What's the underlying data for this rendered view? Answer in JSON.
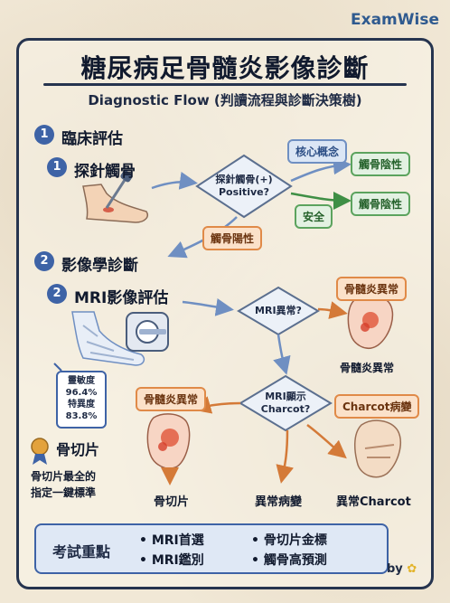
{
  "brand": "ExamWise",
  "title": "糖尿病足骨髓炎影像診斷",
  "subtitle": "Diagnostic Flow (判讀流程與診斷決策樹)",
  "section1": {
    "number": "1",
    "label": "臨床評估"
  },
  "step1": {
    "number": "1",
    "label": "探針觸骨"
  },
  "decision1": {
    "line1": "探針觸骨(+)",
    "line2": "Positive?"
  },
  "tag_core": "核心概念",
  "out_negative_1": "觸骨陰性",
  "out_negative_2": "觸骨陰性",
  "tag_safe": "安全",
  "tag_positive": "觸骨陽性",
  "section2": {
    "number": "2",
    "label": "影像學診斷"
  },
  "step2": {
    "number": "2",
    "label": "MRI影像評估"
  },
  "decision2": {
    "line1": "MRI異常?"
  },
  "osteo_tag_right": "骨髓炎異常",
  "osteo_caption_right": "骨髓炎異常",
  "stats": {
    "sens_label": "靈敏度",
    "sens_value": "96.4%",
    "spec_label": "特異度",
    "spec_value": "83.8%"
  },
  "decision3": {
    "line1": "MRI顯示",
    "line2": "Charcot?"
  },
  "osteo_tag_left": "骨髓炎異常",
  "charcot_tag": "Charcot病變",
  "biopsy": {
    "title": "骨切片",
    "desc_line1": "骨切片最全的",
    "desc_line2": "指定一鍵標準"
  },
  "bottom_labels": {
    "biopsy": "骨切片",
    "abnormal": "異常病變",
    "charcot": "異常Charcot"
  },
  "footer": {
    "title": "考試重點",
    "items": [
      "• MRI首選",
      "• 骨切片金標",
      "• MRI鑑別",
      "• 觸骨高預測"
    ]
  },
  "by": "by",
  "colors": {
    "navy": "#26344f",
    "accent_blue": "#3e63a6",
    "orange": "#e08a48",
    "green": "#5ca35e"
  }
}
